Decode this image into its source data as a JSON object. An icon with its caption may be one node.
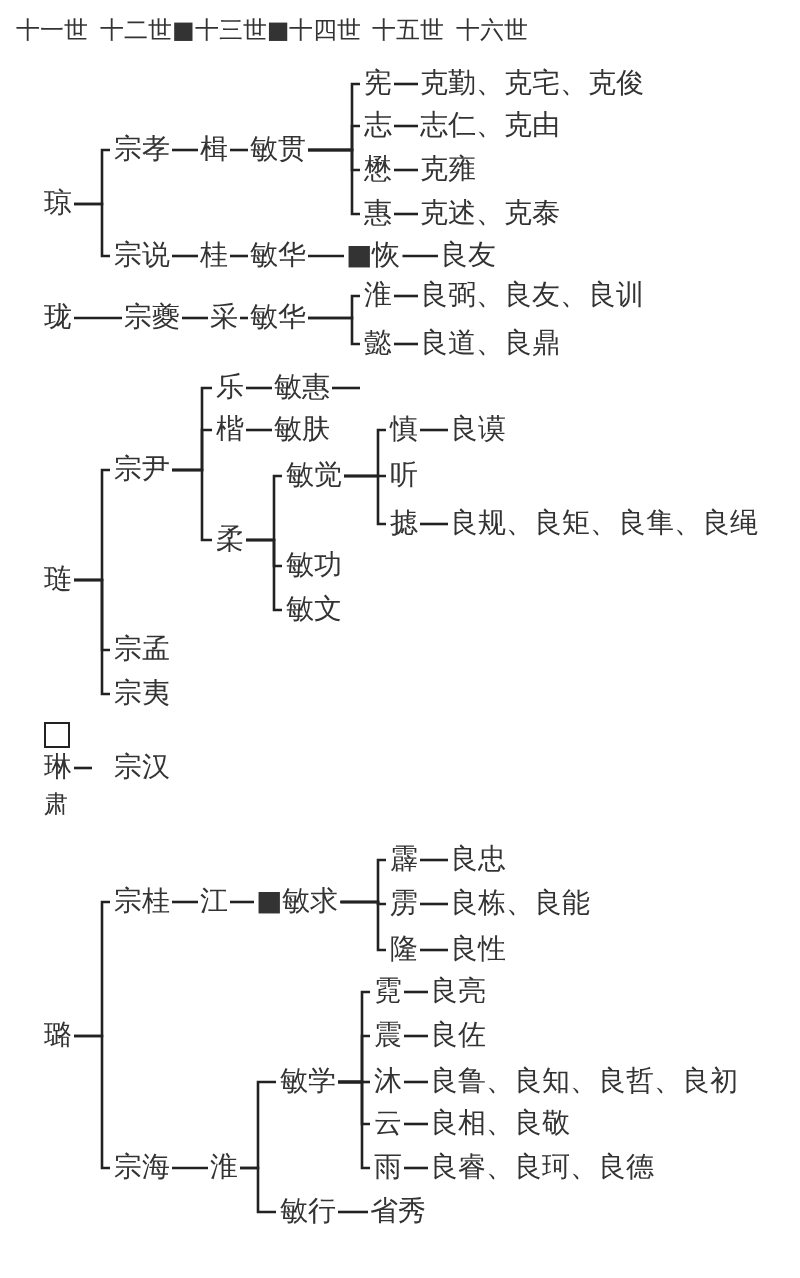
{
  "diagram": {
    "nodes": [
      {
        "text": [
          "琼"
        ]
      },
      {
        "text": [
          "宗孝"
        ]
      },
      {
        "text": [
          "楫"
        ]
      },
      {
        "text": [
          "敏贯"
        ]
      },
      {
        "text": [
          "宪"
        ]
      },
      {
        "text": [
          "克勤、克宅、克俊"
        ]
      },
      {
        "text": [
          "志"
        ]
      },
      {
        "text": [
          "志仁、克由"
        ]
      },
      {
        "text": [
          "懋"
        ]
      },
      {
        "text": [
          "克雍"
        ]
      },
      {
        "text": [
          "惠"
        ]
      },
      {
        "text": [
          "克述、克泰"
        ]
      },
      {
        "text": [
          "宗说"
        ]
      },
      {
        "text": [
          "桂"
        ]
      },
      {
        "text": [
          "敏华"
        ]
      },
      {
        "text": [
          "■恢"
        ]
      },
      {
        "text": [
          "良友"
        ]
      },
      {
        "text": [
          "珑"
        ]
      },
      {
        "text": [
          "宗夔"
        ]
      },
      {
        "text": [
          "采"
        ]
      },
      {
        "text": [
          "敏华"
        ]
      },
      {
        "text": [
          "淮"
        ]
      },
      {
        "text": [
          "良弼、良友、良训"
        ]
      },
      {
        "text": [
          "懿"
        ]
      },
      {
        "text": [
          "良道、良鼎"
        ]
      },
      {
        "text": [
          "琏"
        ]
      },
      {
        "text": [
          "宗尹"
        ]
      },
      {
        "text": [
          "乐"
        ]
      },
      {
        "text": [
          "敏惠"
        ]
      },
      {
        "text": [
          "楷"
        ]
      },
      {
        "text": [
          "敏肤"
        ]
      },
      {
        "text": [
          "柔"
        ]
      },
      {
        "text": [
          "敏觉"
        ]
      },
      {
        "text": [
          "慎"
        ]
      },
      {
        "text": [
          "良谟"
        ]
      },
      {
        "text": [
          "听"
        ]
      },
      {
        "text": [
          "摅"
        ]
      },
      {
        "text": [
          "良规、良矩、良隼、良绳"
        ]
      },
      {
        "text": [
          "敏功"
        ]
      },
      {
        "text": [
          "敏文"
        ]
      },
      {
        "text": [
          "宗孟"
        ]
      },
      {
        "text": [
          "宗夷"
        ]
      },
      {
        "text": [],
        "shape": "box"
      },
      {
        "text": [
          "琳"
        ]
      },
      {
        "text": [
          "宗汉"
        ]
      },
      {
        "text": [
          "璐"
        ]
      },
      {
        "text": [
          "宗桂"
        ]
      },
      {
        "text": [
          "江"
        ]
      },
      {
        "text": [
          "■敏求"
        ]
      },
      {
        "text": [
          "霹"
        ]
      },
      {
        "text": [
          "良忠"
        ]
      },
      {
        "text": [
          "雳"
        ]
      },
      {
        "text": [
          "良栋、良能"
        ]
      },
      {
        "text": [
          "隆"
        ]
      },
      {
        "text": [
          "良性"
        ]
      },
      {
        "text": [
          "宗海"
        ]
      },
      {
        "text": [
          "淮"
        ]
      },
      {
        "text": [
          "敏学"
        ]
      },
      {
        "text": [
          "霓"
        ]
      },
      {
        "text": [
          "良亮"
        ]
      },
      {
        "text": [
          "震"
        ]
      },
      {
        "text": [
          "良佐"
        ]
      },
      {
        "text": [
          "沐"
        ]
      },
      {
        "text": [
          "良鲁、良知、良哲、良初"
        ]
      },
      {
        "text": [
          "云"
        ]
      },
      {
        "text": [
          "良相、良敬"
        ]
      },
      {
        "text": [
          "雨"
        ]
      },
      {
        "text": [
          "良睿、良珂、良德"
        ]
      },
      {
        "text": [
          "敏行"
        ]
      },
      {
        "text": [
          "省秀"
        ]
      }
    ],
    "edges": [
      {
        "from": 0,
        "to": 1,
        "arrow": "none"
      },
      {
        "from": 0,
        "to": 12,
        "arrow": "none"
      },
      {
        "from": 1,
        "to": 2,
        "arrow": "none"
      },
      {
        "from": 2,
        "to": 3,
        "arrow": "none"
      },
      {
        "from": 3,
        "to": 4,
        "arrow": "none"
      },
      {
        "from": 3,
        "to": 6,
        "arrow": "none"
      },
      {
        "from": 3,
        "to": 8,
        "arrow": "none"
      },
      {
        "from": 3,
        "to": 10,
        "arrow": "none"
      },
      {
        "from": 4,
        "to": 5,
        "arrow": "none"
      },
      {
        "from": 6,
        "to": 7,
        "arrow": "none"
      },
      {
        "from": 8,
        "to": 9,
        "arrow": "none"
      },
      {
        "from": 10,
        "to": 11,
        "arrow": "none"
      },
      {
        "from": 12,
        "to": 13,
        "arrow": "none"
      },
      {
        "from": 13,
        "to": 14,
        "arrow": "none"
      },
      {
        "from": 14,
        "to": 15,
        "arrow": "none"
      },
      {
        "from": 15,
        "to": 16,
        "arrow": "none"
      },
      {
        "from": 17,
        "to": 18,
        "arrow": "none"
      },
      {
        "from": 18,
        "to": 19,
        "arrow": "none"
      },
      {
        "from": 19,
        "to": 20,
        "arrow": "none"
      },
      {
        "from": 20,
        "to": 21,
        "arrow": "none"
      },
      {
        "from": 20,
        "to": 23,
        "arrow": "none"
      },
      {
        "from": 21,
        "to": 22,
        "arrow": "none"
      },
      {
        "from": 23,
        "to": 24,
        "arrow": "none"
      },
      {
        "from": 25,
        "to": 26,
        "arrow": "none"
      },
      {
        "from": 25,
        "to": 40,
        "arrow": "none"
      },
      {
        "from": 25,
        "to": 41,
        "arrow": "none"
      },
      {
        "from": 26,
        "to": 27,
        "arrow": "none"
      },
      {
        "from": 26,
        "to": 29,
        "arrow": "none"
      },
      {
        "from": 26,
        "to": 31,
        "arrow": "none"
      },
      {
        "from": 27,
        "to": 28,
        "arrow": "none"
      },
      {
        "from": 28,
        "to": null,
        "arrow": "none"
      },
      {
        "from": 29,
        "to": 30,
        "arrow": "none"
      },
      {
        "from": 31,
        "to": 32,
        "arrow": "none"
      },
      {
        "from": 31,
        "to": 38,
        "arrow": "none"
      },
      {
        "from": 31,
        "to": 39,
        "arrow": "none"
      },
      {
        "from": 32,
        "to": 33,
        "arrow": "none"
      },
      {
        "from": 32,
        "to": 35,
        "arrow": "none"
      },
      {
        "from": 32,
        "to": 36,
        "arrow": "none"
      },
      {
        "from": 33,
        "to": 34,
        "arrow": "none"
      },
      {
        "from": 36,
        "to": 37,
        "arrow": "none"
      },
      {
        "from": 43,
        "to": 44,
        "arrow": "none"
      },
      {
        "from": 45,
        "to": 46,
        "arrow": "none"
      },
      {
        "from": 45,
        "to": 55,
        "arrow": "none"
      },
      {
        "from": 46,
        "to": 47,
        "arrow": "none"
      },
      {
        "from": 47,
        "to": 48,
        "arrow": "none"
      },
      {
        "from": 48,
        "to": 49,
        "arrow": "none"
      },
      {
        "from": 48,
        "to": 51,
        "arrow": "none"
      },
      {
        "from": 48,
        "to": 53,
        "arrow": "none"
      },
      {
        "from": 49,
        "to": 50,
        "arrow": "none"
      },
      {
        "from": 51,
        "to": 52,
        "arrow": "none"
      },
      {
        "from": 53,
        "to": 54,
        "arrow": "none"
      },
      {
        "from": 55,
        "to": 56,
        "arrow": "none"
      },
      {
        "from": 56,
        "to": 57,
        "arrow": "none"
      },
      {
        "from": 56,
        "to": 68,
        "arrow": "none"
      },
      {
        "from": 57,
        "to": 58,
        "arrow": "none"
      },
      {
        "from": 57,
        "to": 60,
        "arrow": "none"
      },
      {
        "from": 57,
        "to": 62,
        "arrow": "none"
      },
      {
        "from": 57,
        "to": 64,
        "arrow": "none"
      },
      {
        "from": 57,
        "to": 66,
        "arrow": "none"
      },
      {
        "from": 58,
        "to": 59,
        "arrow": "none"
      },
      {
        "from": 60,
        "to": 61,
        "arrow": "none"
      },
      {
        "from": 62,
        "to": 63,
        "arrow": "none"
      },
      {
        "from": 64,
        "to": 65,
        "arrow": "none"
      },
      {
        "from": 66,
        "to": 67,
        "arrow": "none"
      },
      {
        "from": 68,
        "to": 69,
        "arrow": "none"
      }
    ],
    "labels": [
      "十一世",
      "十二世■十三世■十四世",
      "十五世",
      "十六世",
      "肃"
    ]
  }
}
